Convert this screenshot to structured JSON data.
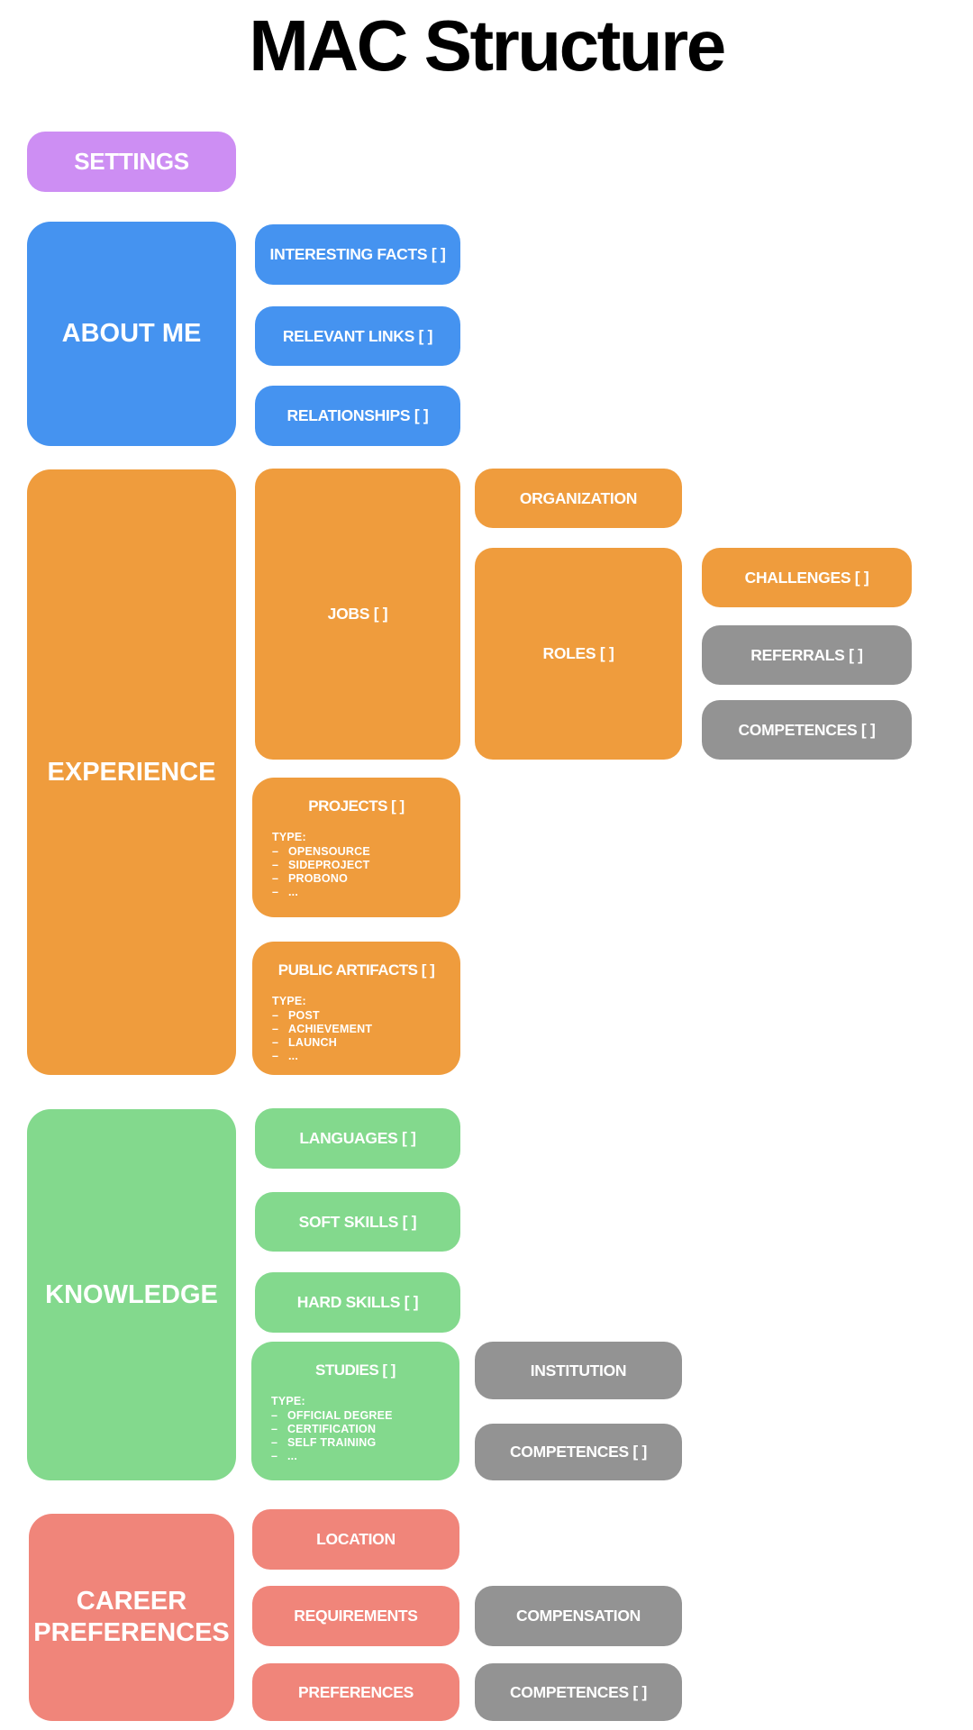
{
  "title": "MAC Structure",
  "list_bullet": "–",
  "colors": {
    "purple": "#cd8ef3",
    "blue": "#4593f0",
    "orange": "#ef9c3d",
    "green": "#83d98d",
    "salmon": "#f0857a",
    "gray": "#939393",
    "background": "#ffffff",
    "text": "#ffffff",
    "title_text": "#000000"
  },
  "settings": {
    "label": "SETTINGS"
  },
  "about_me": {
    "label": "ABOUT ME",
    "interesting_facts": "INTERESTING FACTS [ ]",
    "relevant_links": "RELEVANT LINKS [ ]",
    "relationships": "RELATIONSHIPS [ ]"
  },
  "experience": {
    "label": "EXPERIENCE",
    "jobs": "JOBS [ ]",
    "organization": "ORGANIZATION",
    "roles": "ROLES [ ]",
    "challenges": "CHALLENGES [ ]",
    "referrals": "REFERRALS [ ]",
    "competences": "COMPETENCES [ ]",
    "projects": {
      "label": "PROJECTS [ ]",
      "type_label": "TYPE:",
      "types": [
        "OPENSOURCE",
        "SIDEPROJECT",
        "PROBONO",
        "..."
      ]
    },
    "public_artifacts": {
      "label": "PUBLIC ARTIFACTS [ ]",
      "type_label": "TYPE:",
      "types": [
        "POST",
        "ACHIEVEMENT",
        "LAUNCH",
        "..."
      ]
    }
  },
  "knowledge": {
    "label": "KNOWLEDGE",
    "languages": "LANGUAGES [ ]",
    "soft_skills": "SOFT SKILLS [ ]",
    "hard_skills": "HARD SKILLS [ ]",
    "studies": {
      "label": "STUDIES [ ]",
      "type_label": "TYPE:",
      "types": [
        "OFFICIAL DEGREE",
        "CERTIFICATION",
        "SELF TRAINING",
        "..."
      ]
    },
    "institution": "INSTITUTION",
    "competences": "COMPETENCES [ ]"
  },
  "career_preferences": {
    "label": "CAREER PREFERENCES",
    "location": "LOCATION",
    "requirements": "REQUIREMENTS",
    "preferences": "PREFERENCES",
    "compensation": "COMPENSATION",
    "competences": "COMPETENCES [ ]"
  }
}
